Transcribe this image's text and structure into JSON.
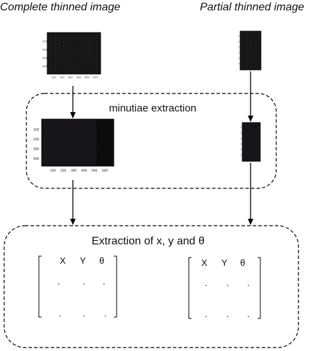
{
  "headers": {
    "left": "Complete thinned image",
    "right": "Partial thinned image"
  },
  "stage1": {
    "title": "minutiae extraction"
  },
  "stage2": {
    "title": "Extraction of x, y and θ"
  },
  "plots": {
    "complete_small": {
      "yticks": [
        "100",
        "200",
        "300",
        "400"
      ],
      "xticks": [
        "100",
        "200",
        "300",
        "400",
        "500",
        "600"
      ]
    },
    "complete_large": {
      "yticks": [
        "100",
        "200",
        "300",
        "400"
      ],
      "xticks": [
        "100",
        "200",
        "300",
        "400",
        "500",
        "600"
      ]
    }
  },
  "matrix_left": {
    "columns": [
      "X",
      "Y",
      "θ"
    ],
    "placeholder": "."
  },
  "matrix_right": {
    "columns": [
      "X",
      "Y",
      "θ"
    ],
    "placeholder": "."
  },
  "colors": {
    "line": "#000000",
    "image_bg": "#111111"
  }
}
